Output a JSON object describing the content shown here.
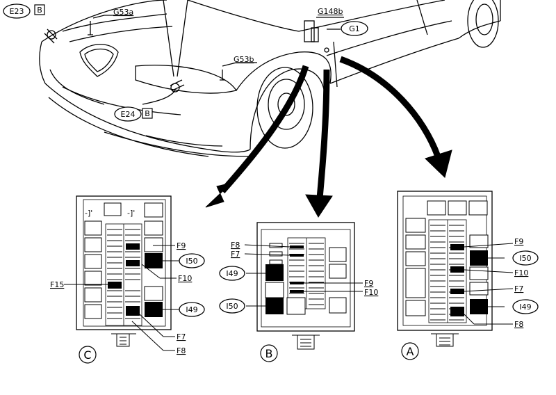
{
  "car": {
    "labels": {
      "e23": "E23",
      "e23_tag": "B",
      "e24": "E24",
      "e24_tag": "B",
      "g53a": "G53a",
      "g53b": "G53b",
      "g148b": "G148b",
      "g1": "G1"
    }
  },
  "panels": {
    "c": {
      "letter": "C",
      "fuse_labels": {
        "f9": "F9",
        "f10": "F10",
        "f15": "F15",
        "f7": "F7",
        "f8": "F8"
      },
      "relay_labels": {
        "i50": "I50",
        "i49": "I49"
      }
    },
    "b": {
      "letter": "B",
      "fuse_labels": {
        "f8": "F8",
        "f7": "F7",
        "f9": "F9",
        "f10": "F10"
      },
      "relay_labels": {
        "i49": "I49",
        "i50": "I50"
      }
    },
    "a": {
      "letter": "A",
      "fuse_labels": {
        "f9": "F9",
        "f10": "F10",
        "f7": "F7",
        "f8": "F8"
      },
      "relay_labels": {
        "i50": "I50",
        "i49": "I49"
      }
    }
  }
}
